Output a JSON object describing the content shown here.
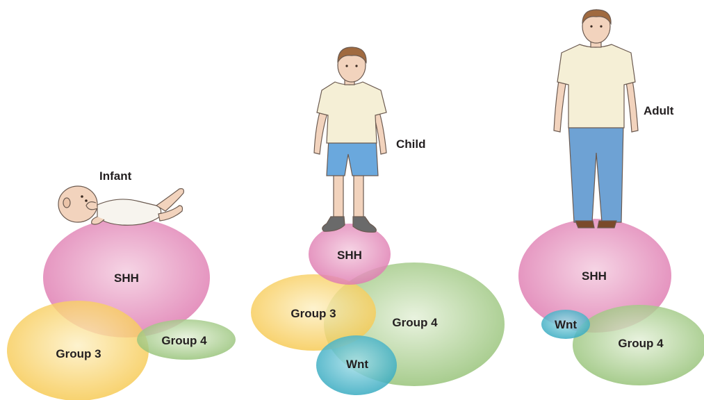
{
  "stages": [
    {
      "id": "infant",
      "label": "Infant",
      "subgroups": {
        "shh": "SHH",
        "group3": "Group 3",
        "group4": "Group 4"
      }
    },
    {
      "id": "child",
      "label": "Child",
      "subgroups": {
        "shh": "SHH",
        "group3": "Group 3",
        "group4": "Group 4",
        "wnt": "Wnt"
      }
    },
    {
      "id": "adult",
      "label": "Adult",
      "subgroups": {
        "shh": "SHH",
        "wnt": "Wnt",
        "group4": "Group 4"
      }
    }
  ],
  "colors": {
    "shh": "#e07fb3",
    "group3": "#f9cd5a",
    "group4": "#98c47b",
    "wnt": "#3aafc4",
    "skin": "#f2d3bd",
    "shirt": "#f5efd6",
    "shorts": "#6aa8dd",
    "jeans": "#6ea2d4",
    "hair": "#a06a3f",
    "shoes_child": "#6a6a6a",
    "shoes_adult": "#7a4a2a"
  }
}
